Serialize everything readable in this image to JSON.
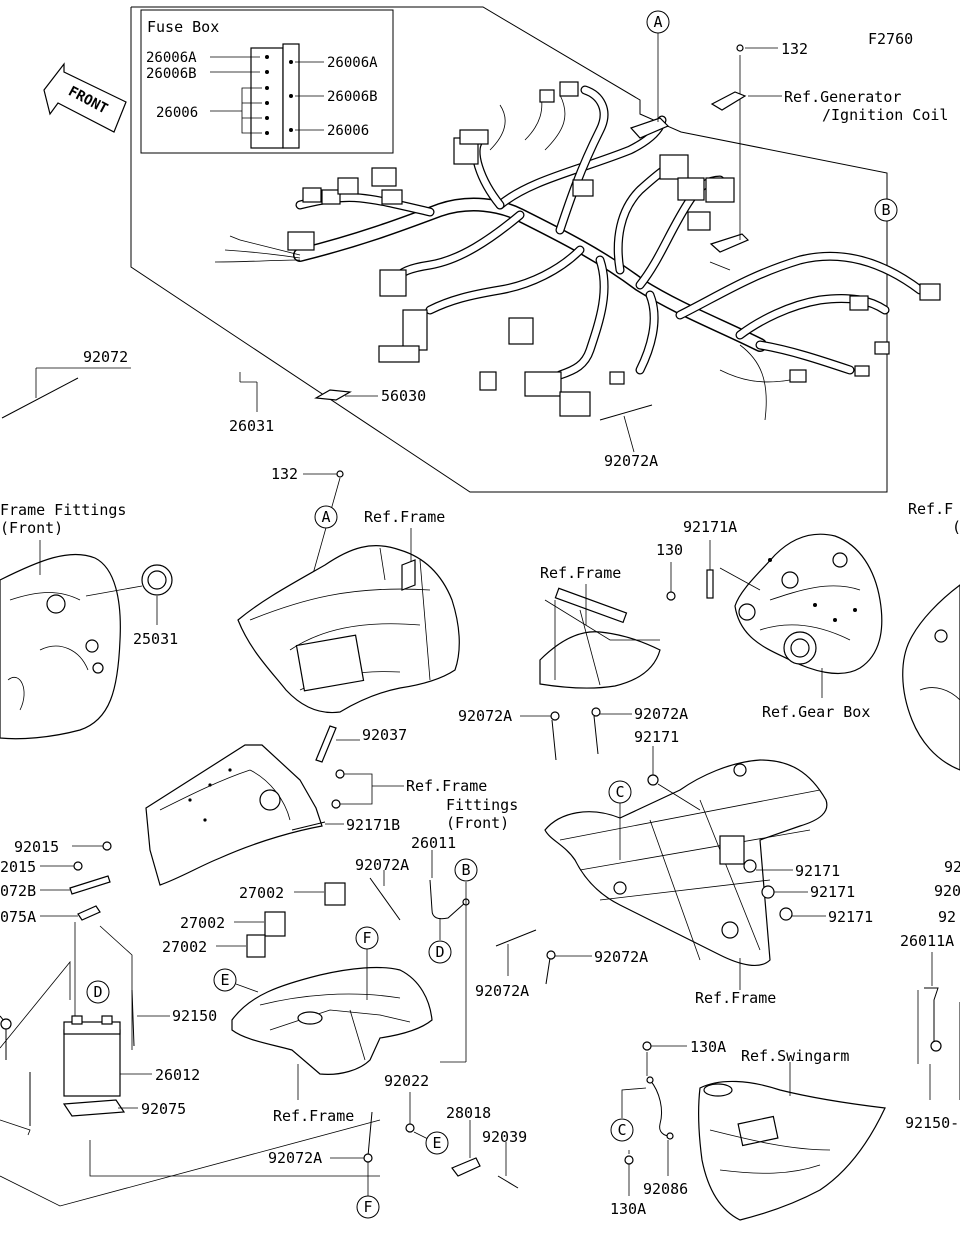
{
  "diagram_code": "F2760",
  "front_label": "FRONT",
  "fuse_box": {
    "title": "Fuse Box",
    "left_labels": [
      "26006A",
      "26006B",
      "26006"
    ],
    "right_labels": [
      "26006A",
      "26006B",
      "26006"
    ]
  },
  "parts": {
    "p132_top": "132",
    "ref_generator": "Ref.Generator",
    "ref_ignition_coil": "/Ignition Coil",
    "p92072_left": "92072",
    "p26031": "26031",
    "p56030": "56030",
    "p92072A_harness": "92072A",
    "p132_mid": "132",
    "ref_frame_fittings_front_left": "Frame Fittings",
    "ref_frame_fittings_front_left_2": "(Front)",
    "p25031": "25031",
    "ref_frame_1": "Ref.Frame",
    "ref_frame_2": "Ref.Frame",
    "p92171A": "92171A",
    "p130": "130",
    "ref_gear_box": "Ref.Gear Box",
    "ref_f_right": "Ref.F",
    "ref_f_right_2": "(",
    "p92072A_mid_left": "92072A",
    "p92072A_mid_right": "92072A",
    "p92037": "92037",
    "ref_frame_fittings_front_center": "Ref.Frame",
    "ref_frame_fittings_front_center_2": "Fittings",
    "ref_frame_fittings_front_center_3": "(Front)",
    "p92171B": "92171B",
    "p92171_top": "92171",
    "p92171_a": "92171",
    "p92171_b": "92171",
    "p92171_c": "92171",
    "p26011": "26011",
    "p92072A_lower": "92072A",
    "p92015_a": "92015",
    "p92015_b": "2015",
    "p92072B": "072B",
    "p92075A": "075A",
    "p27002_a": "27002",
    "p27002_b": "27002",
    "p27002_c": "27002",
    "p92072A_frame_a": "92072A",
    "p92072A_frame_b": "92072A",
    "ref_frame_3": "Ref.Frame",
    "p92150": "92150",
    "p26012": "26012",
    "p92075": "92075",
    "ref_frame_4": "Ref.Frame",
    "p92022": "92022",
    "p28018": "28018",
    "p92039": "92039",
    "p92072A_bottom": "92072A",
    "p130A_top": "130A",
    "p130A_bottom": "130A",
    "p92086": "92086",
    "ref_swingarm": "Ref.Swingarm",
    "p92_right_a": "92",
    "p92_right_b": "920",
    "p92_right_c": "92",
    "p26011A": "26011A",
    "p92150_right": "92150-"
  },
  "callouts": {
    "A": "A",
    "B": "B",
    "C": "C",
    "D": "D",
    "E": "E",
    "F": "F"
  }
}
